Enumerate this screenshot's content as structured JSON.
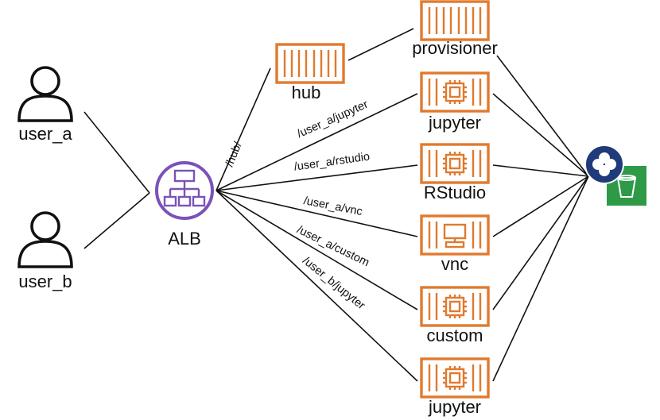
{
  "users": [
    {
      "id": "user_a",
      "label": "user_a"
    },
    {
      "id": "user_b",
      "label": "user_b"
    }
  ],
  "load_balancer": {
    "label": "ALB",
    "icon": "load-balancer-icon",
    "color": "#7B52B8"
  },
  "hub": {
    "label": "hub",
    "route": "/hub/"
  },
  "provisioner": {
    "label": "provisioner"
  },
  "services": [
    {
      "id": "jupyter-a",
      "label": "jupyter",
      "route": "/user_a/jupyter",
      "icon": "chip-icon"
    },
    {
      "id": "rstudio-a",
      "label": "RStudio",
      "route": "/user_a/rstudio",
      "icon": "chip-icon"
    },
    {
      "id": "vnc-a",
      "label": "vnc",
      "route": "/user_a/vnc",
      "icon": "monitor-icon"
    },
    {
      "id": "custom-a",
      "label": "custom",
      "route": "/user_a/custom",
      "icon": "chip-icon"
    },
    {
      "id": "jupyter-b",
      "label": "jupyter",
      "route": "/user_b/jupyter",
      "icon": "chip-icon"
    }
  ],
  "storage": {
    "primary_icon": "fsx-storage-icon",
    "secondary_icon": "s3-bucket-icon"
  },
  "colors": {
    "container": "#E07A2E",
    "load_balancer": "#7B52B8",
    "storage_primary": "#1F3B7A",
    "storage_secondary": "#2E9A47",
    "line": "#111111"
  }
}
